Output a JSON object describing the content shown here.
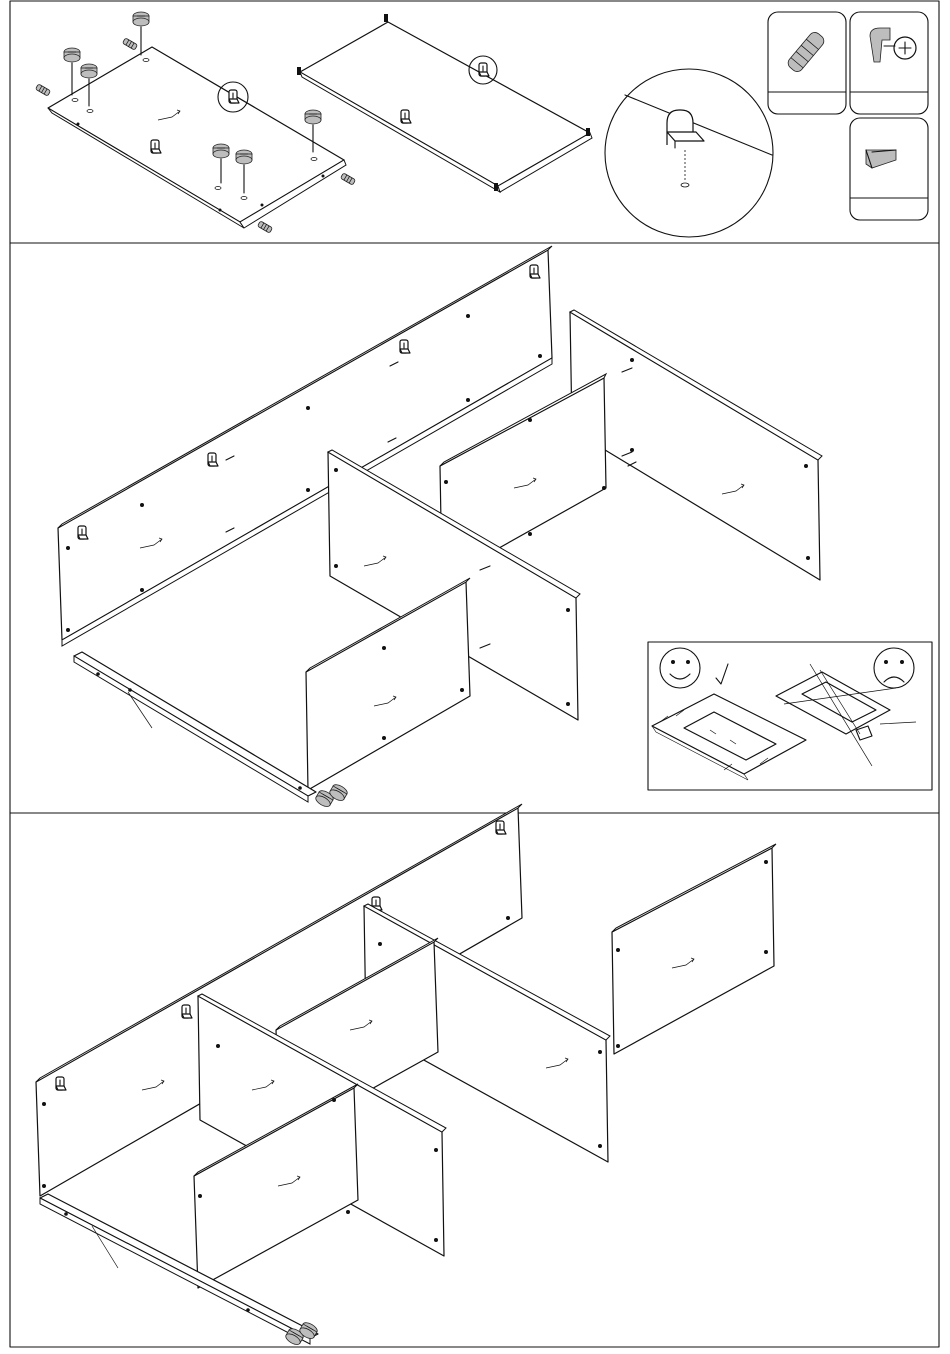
{
  "sheet": {
    "sections": [
      "step-1",
      "step-2",
      "step-3"
    ],
    "legend_icons": [
      "wooden-dowel-icon",
      "cam-lock-fitting-icon",
      "shelf-support-icon"
    ],
    "hint_icons": [
      "happy-face-icon",
      "sad-face-icon",
      "checkmark-icon"
    ],
    "colors": {
      "line": "#111111",
      "paper": "#ffffff",
      "fitting_fill": "#bdbdbd"
    }
  }
}
